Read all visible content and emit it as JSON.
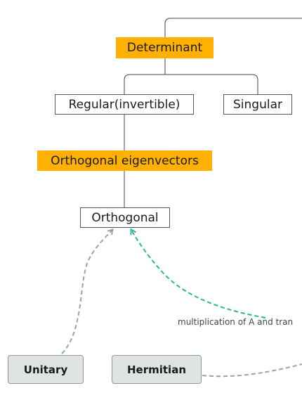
{
  "nodes": {
    "determinant": "Determinant",
    "regular": "Regular(invertible)",
    "singular": "Singular",
    "orthogonal_eigenvectors": "Orthogonal eigenvectors",
    "orthogonal": "Orthogonal",
    "unitary": "Unitary",
    "hermitian": "Hermitian"
  },
  "edge_labels": {
    "multiplication": "multiplication of A and tran"
  },
  "colors": {
    "highlight": "#ffb000",
    "gray_node": "#dfe3e3",
    "gray_border": "#8a9a9a",
    "dashed_gray": "#9aa3a3",
    "dashed_teal": "#26b59a",
    "line": "#444444"
  }
}
